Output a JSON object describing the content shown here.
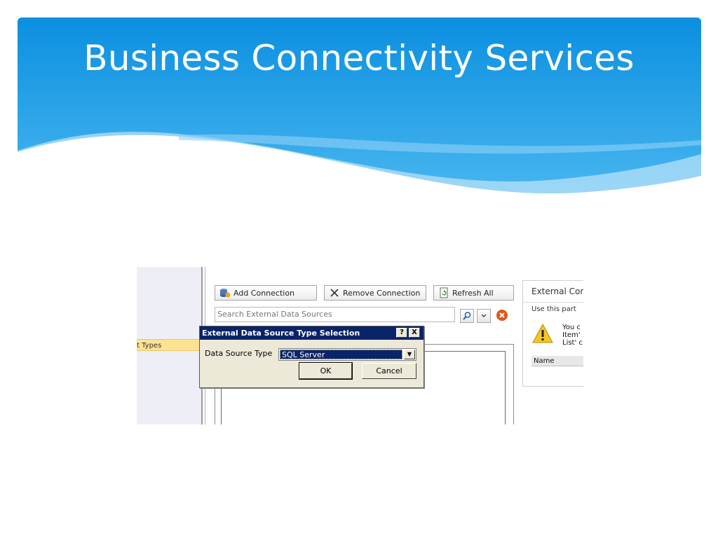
{
  "slide": {
    "title": "Business Connectivity Services"
  },
  "left_pane": {
    "selected_item": "t Types"
  },
  "toolbar": {
    "add_connection": "Add Connection",
    "remove_connection": "Remove Connection",
    "refresh_all": "Refresh All"
  },
  "search": {
    "placeholder": "Search External Data Sources"
  },
  "dialog": {
    "title": "External Data Source Type Selection",
    "help_btn": "?",
    "close_btn": "X",
    "label": "Data Source Type",
    "selected_value": "SQL Server",
    "ok": "OK",
    "cancel": "Cancel"
  },
  "right_panel": {
    "title": "External Cor",
    "use_text": "Use this part",
    "message_line1": "You c",
    "message_line2": "Item'",
    "message_line3": "List' c",
    "name_header": "Name"
  },
  "colors": {
    "header_blue": "#1a9ce0",
    "dialog_titlebar": "#0a246a",
    "selected_item": "#fde390"
  }
}
